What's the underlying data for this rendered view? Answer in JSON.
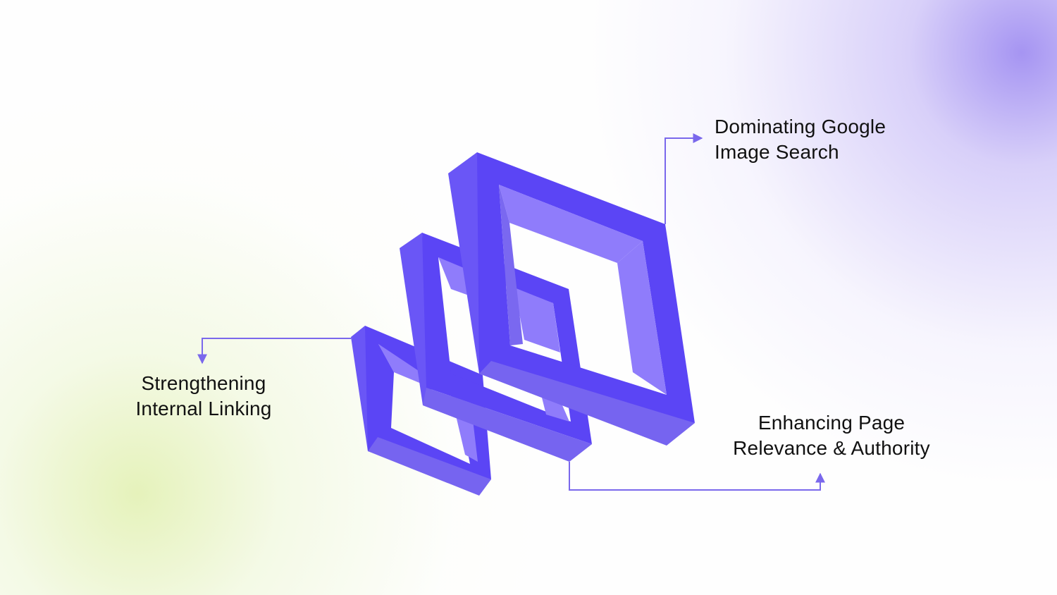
{
  "colors": {
    "frame_dark": "#5b45f5",
    "frame_mid": "#7664f0",
    "frame_light": "#8f7cfb",
    "connector": "#7a68ec",
    "text": "#111111"
  },
  "labels": {
    "top": {
      "line1": "Dominating Google",
      "line2": "Image Search"
    },
    "left": {
      "line1": "Strengthening",
      "line2": "Internal Linking"
    },
    "right": {
      "line1": "Enhancing Page",
      "line2": "Relevance & Authority"
    }
  }
}
